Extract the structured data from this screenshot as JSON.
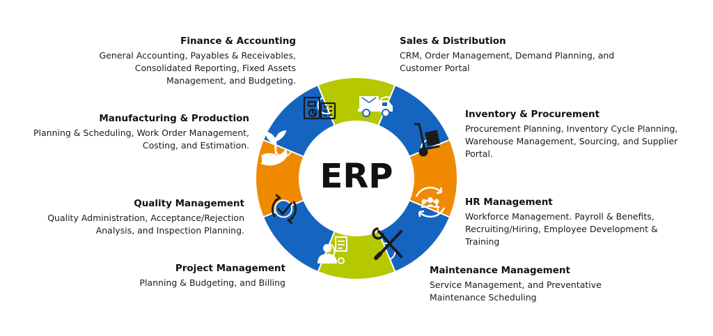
{
  "center_label": "ERP",
  "colors": {
    "blue": "#1565c0",
    "orange": "#ef8a00",
    "lime": "#b5c800",
    "icon_dark": "#1b1b1b"
  },
  "modules": {
    "finance": {
      "title": "Finance & Accounting",
      "lines": [
        "General Accounting, Payables & Receivables,",
        "Consolidated Reporting, Fixed Assets",
        "Management, and Budgeting."
      ],
      "color": "orange",
      "icon": "financial-report-icon"
    },
    "sales": {
      "title": "Sales & Distribution",
      "lines": [
        "CRM, Order Management, Demand Planning, and",
        "Customer Portal"
      ],
      "color": "blue",
      "icon": "delivery-truck-icon"
    },
    "inventory": {
      "title": "Inventory & Procurement",
      "lines": [
        "Procurement Planning, Inventory Cycle Planning,",
        "Warehouse Management, Sourcing, and Supplier",
        "Portal."
      ],
      "color": "lime",
      "icon": "hand-truck-icon"
    },
    "hr": {
      "title": "HR Management",
      "lines": [
        "Workforce Management. Payroll & Benefits,",
        "Recruiting/Hiring, Employee Development &",
        "Training"
      ],
      "color": "blue",
      "icon": "team-cycle-icon"
    },
    "maintenance": {
      "title": "Maintenance Management",
      "lines": [
        "Service Management, and Preventative",
        "Maintenance Scheduling"
      ],
      "color": "orange",
      "icon": "wrench-screwdriver-icon"
    },
    "project": {
      "title": "Project Management",
      "lines": [
        "Planning & Budgeting, and Billing"
      ],
      "color": "blue",
      "icon": "project-manager-icon"
    },
    "quality": {
      "title": "Quality Management",
      "lines": [
        "Quality Administration, Acceptance/Rejection",
        "Analysis, and Inspection Planning."
      ],
      "color": "lime",
      "icon": "quality-check-icon"
    },
    "manufacturing": {
      "title": "Manufacturing & Production",
      "lines": [
        "Planning & Scheduling, Work Order Management,",
        "Costing, and Estimation."
      ],
      "color": "blue",
      "icon": "plant-hand-icon"
    }
  }
}
